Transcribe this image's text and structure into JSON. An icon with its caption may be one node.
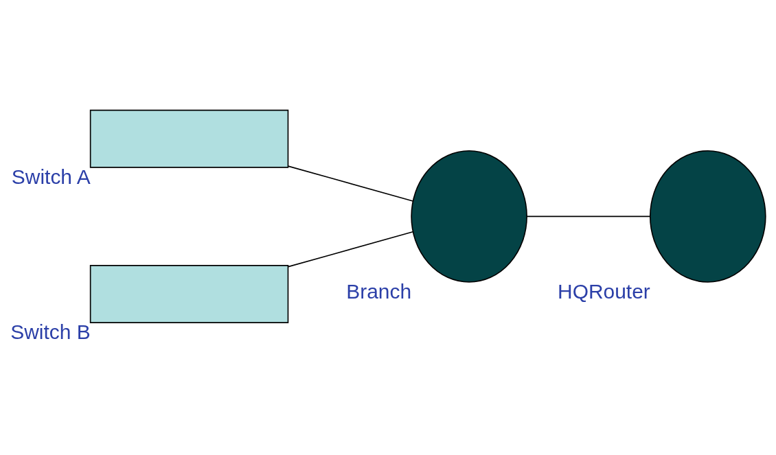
{
  "diagram": {
    "nodes": [
      {
        "text": [
          "Switch A"
        ]
      },
      {
        "text": [
          "Switch B"
        ]
      },
      {
        "text": [
          "Branch"
        ]
      },
      {
        "text": [
          "HQRouter"
        ]
      }
    ],
    "edges": [
      {
        "from": 0,
        "to": 2,
        "arrow": "none"
      },
      {
        "from": 1,
        "to": 2,
        "arrow": "none"
      },
      {
        "from": 2,
        "to": 3,
        "arrow": "none"
      }
    ]
  }
}
